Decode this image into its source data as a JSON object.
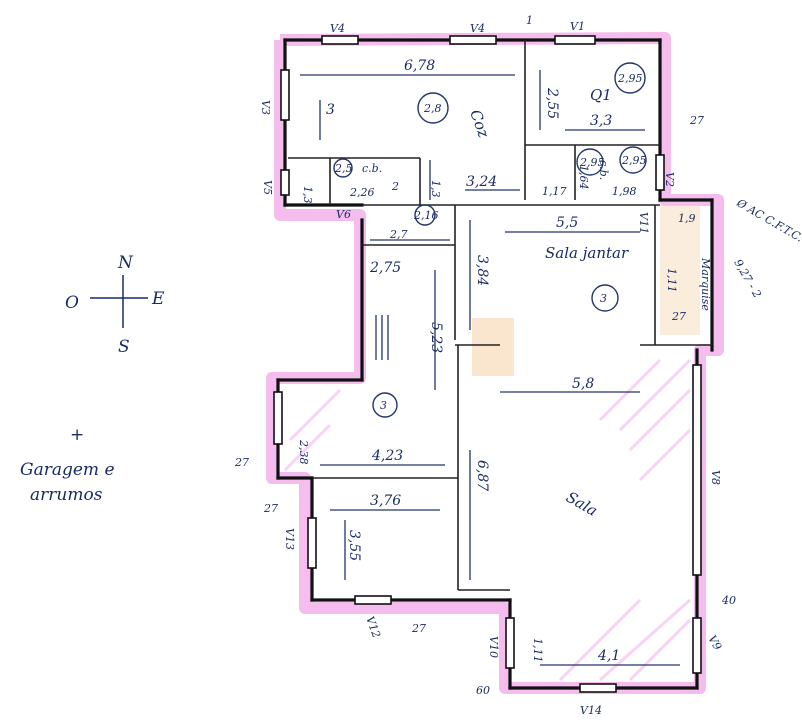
{
  "compass": {
    "north": "N",
    "east": "E",
    "south": "S",
    "west": "O"
  },
  "side_note": {
    "line1": "+",
    "line2": "Garagem e",
    "line3": "arrumos"
  },
  "rooms": {
    "coz": {
      "name": "Coz",
      "width": "6,78",
      "depth": "3",
      "height": "2,8"
    },
    "q1": {
      "name": "Q1",
      "width": "3,3",
      "depth": "2,55",
      "height": "2,95"
    },
    "wc_small": {
      "width": "1,17",
      "depth": "1,64",
      "height": "2,95"
    },
    "wc_right": {
      "name": "c.b.",
      "width": "1,98",
      "height": "2,95"
    },
    "despensa": {
      "width": "1,3",
      "height": "2,5"
    },
    "lavandaria": {
      "label": "c.b.",
      "width": "2,26",
      "depth": "2",
      "extra": "2,16"
    },
    "corridor": {
      "width": "2,7",
      "depth": "2,75",
      "length": "5,23",
      "height": "3"
    },
    "sala_jantar": {
      "name": "Sala jantar",
      "width": "5,5",
      "depth": "3,84",
      "height": "3"
    },
    "marquise": {
      "name": "Marquise",
      "width": "1,9",
      "depth": "1,11"
    },
    "kitchen_dim": {
      "value": "3,24"
    },
    "q2": {
      "width": "4,23",
      "depth": "2,38"
    },
    "q3": {
      "width": "3,76",
      "depth": "3,55"
    },
    "sala": {
      "name": "Sala",
      "width": "5,8",
      "depth": "6,87"
    },
    "varanda": {
      "width": "4,1",
      "depth": "1,11"
    }
  },
  "windows": {
    "v4a": "V4",
    "v4b": "V4",
    "v1": "V1",
    "v3a": "V3",
    "v5": "V5",
    "v6": "V6",
    "v2": "V2",
    "v11": "V11",
    "v8": "V8",
    "v13": "V13",
    "v12": "V12",
    "v10": "V10",
    "v9": "V9",
    "v14": "V14"
  },
  "annotations": {
    "a27_top": "27",
    "a27_mid": "27",
    "a27_left": "27",
    "a27_left2": "27",
    "a27_bottom": "27",
    "a40": "40",
    "a60": "60",
    "one": "1",
    "ac_note": "Ø AC C.F.T.C.",
    "marquise_dim": "9,27 - 2"
  }
}
